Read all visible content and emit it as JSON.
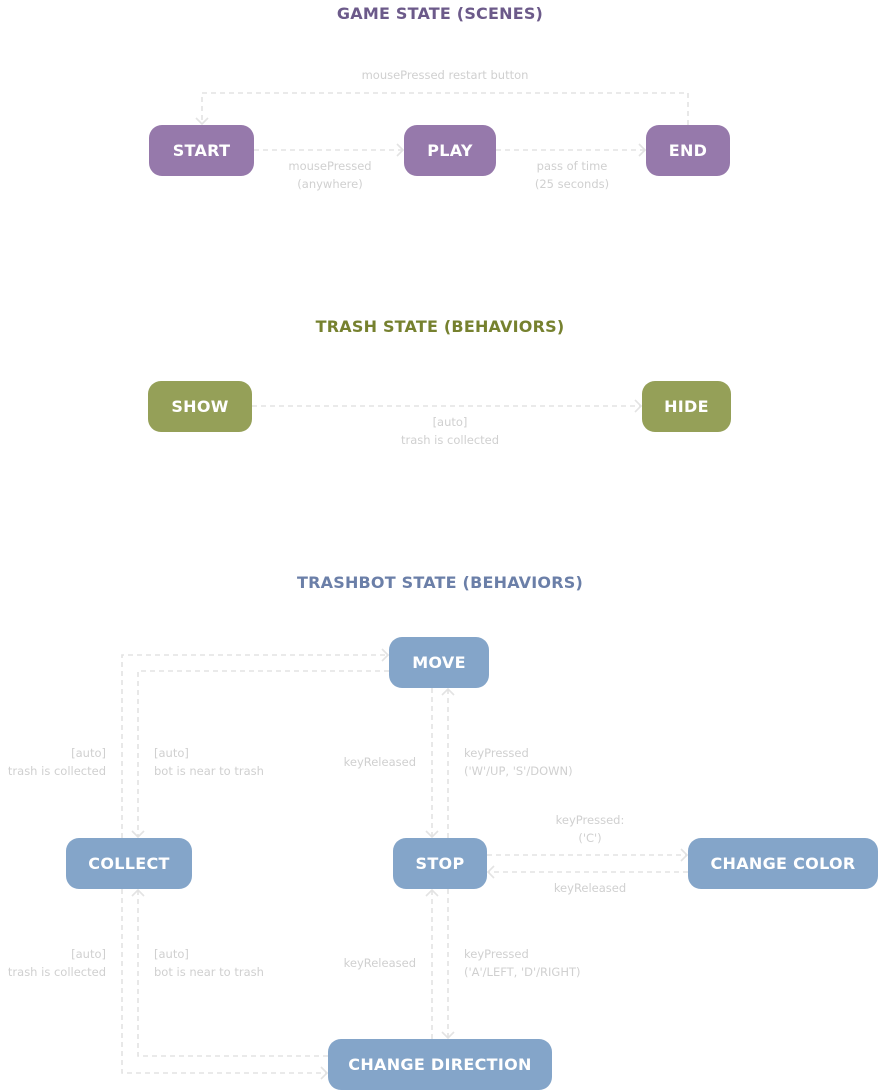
{
  "colors": {
    "game": "#9679ab",
    "game_title": "#6c5a8a",
    "trash": "#95a058",
    "trash_title": "#76812f",
    "bot": "#84a5c9",
    "bot_title": "#6b7fa8",
    "edge": "#e3e3e3",
    "edge_label": "#d0d0d0"
  },
  "sections": {
    "game": {
      "title": "GAME STATE (SCENES)",
      "nodes": {
        "start": "START",
        "play": "PLAY",
        "end": "END"
      },
      "edges": {
        "start_play": [
          "mousePressed",
          "(anywhere)"
        ],
        "play_end": [
          "pass of time",
          "(25 seconds)"
        ],
        "end_start": "mousePressed restart button"
      }
    },
    "trash": {
      "title": "TRASH STATE (BEHAVIORS)",
      "nodes": {
        "show": "SHOW",
        "hide": "HIDE"
      },
      "edges": {
        "show_hide": [
          "[auto]",
          "trash is collected"
        ]
      }
    },
    "trashbot": {
      "title": "TRASHBOT STATE (BEHAVIORS)",
      "nodes": {
        "move": "MOVE",
        "collect": "COLLECT",
        "stop": "STOP",
        "change_color": "CHANGE COLOR",
        "change_direction": "CHANGE DIRECTION"
      },
      "edges": {
        "collect_move": [
          "[auto]",
          "trash is collected"
        ],
        "move_collect": [
          "[auto]",
          "bot is near to trash"
        ],
        "move_stop": "keyReleased",
        "stop_move": [
          "keyPressed",
          "('W'/UP, 'S'/DOWN)"
        ],
        "stop_color": [
          "keyPressed:",
          "('C')"
        ],
        "color_stop": "keyReleased",
        "collect_direction": [
          "[auto]",
          "trash is collected"
        ],
        "direction_collect": [
          "[auto]",
          "bot is near to trash"
        ],
        "direction_stop": "keyReleased",
        "stop_direction": [
          "keyPressed",
          "('A'/LEFT, 'D'/RIGHT)"
        ]
      }
    }
  }
}
